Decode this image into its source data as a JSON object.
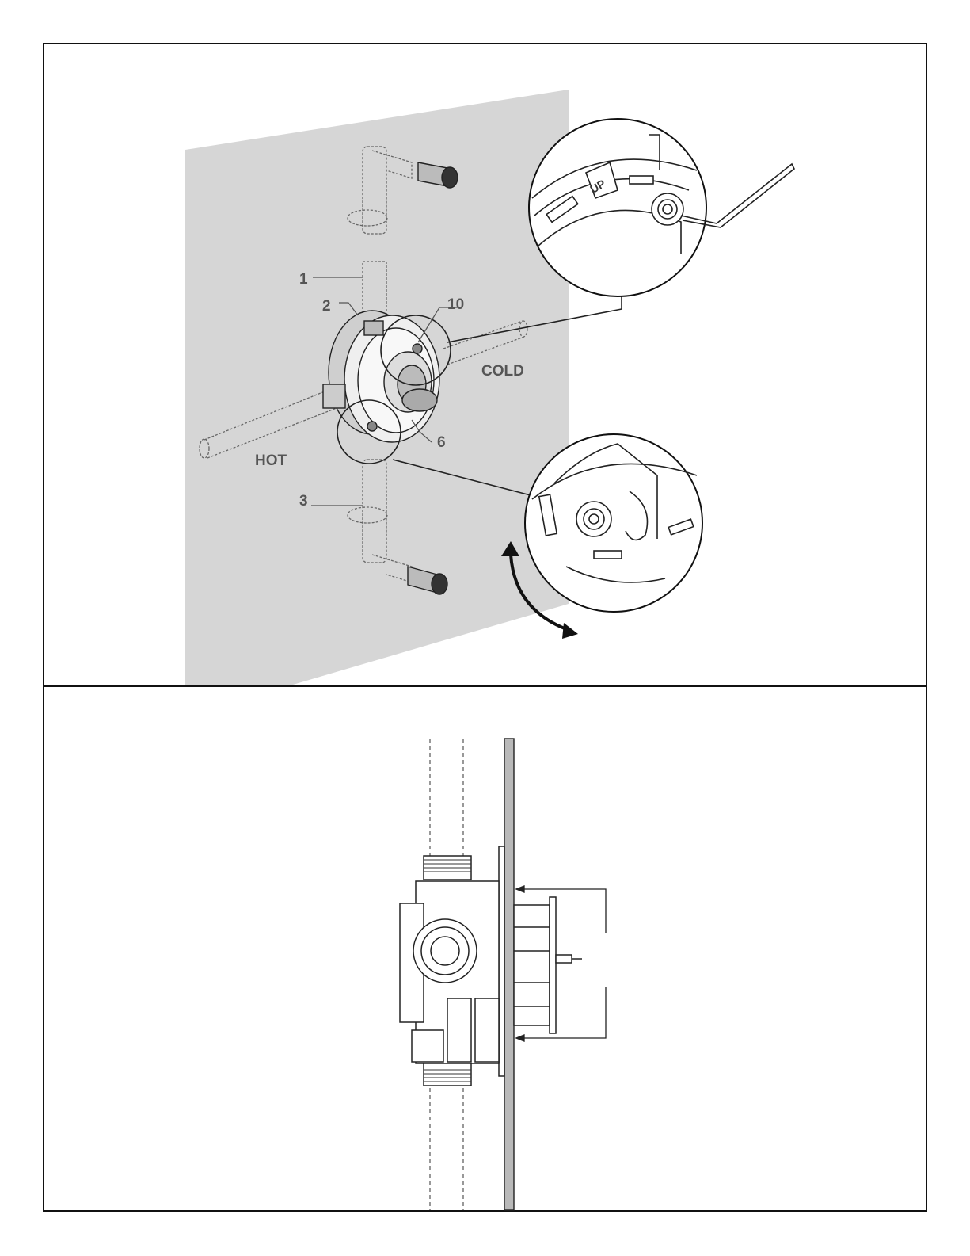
{
  "labels": {
    "part_1": "1",
    "part_2": "2",
    "part_3": "3",
    "part_6": "6",
    "part_10": "10",
    "cold": "COLD",
    "hot": "HOT",
    "up_mark": "UP"
  },
  "colors": {
    "wall": "#d6d6d6",
    "line": "#222222",
    "label": "#555555",
    "border": "#111111"
  }
}
